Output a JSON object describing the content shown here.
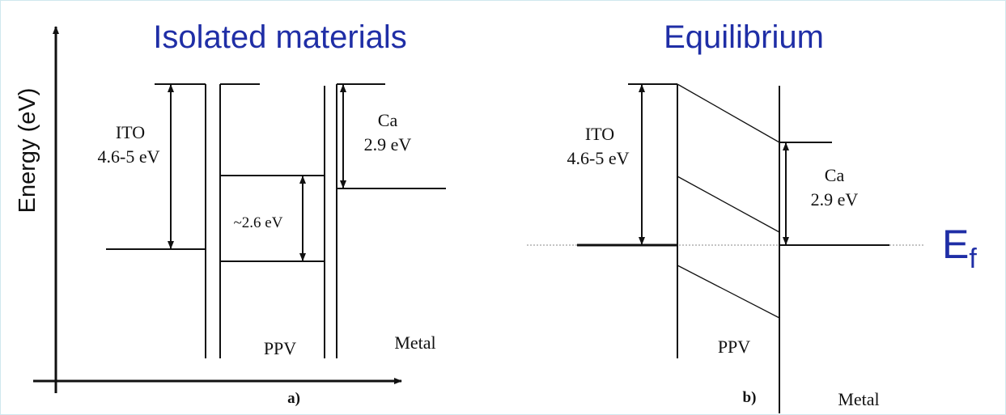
{
  "colors": {
    "title": "#1f2ea6",
    "line": "#111111"
  },
  "panel_a": {
    "title": "Isolated materials",
    "y_axis_label": "Energy (eV)",
    "ito_label": "ITO",
    "ito_value": "4.6-5 eV",
    "gap_value": "~2.6 eV",
    "ca_label": "Ca",
    "ca_value": "2.9 eV",
    "ppv_label": "PPV",
    "metal_label": "Metal",
    "caption": "a)"
  },
  "panel_b": {
    "title": "Equilibrium",
    "ito_label": "ITO",
    "ito_value": "4.6-5 eV",
    "ca_label": "Ca",
    "ca_value": "2.9 eV",
    "ppv_label": "PPV",
    "metal_label": "Metal",
    "caption": "b)",
    "fermi_symbol": "E",
    "fermi_subscript": "f"
  }
}
